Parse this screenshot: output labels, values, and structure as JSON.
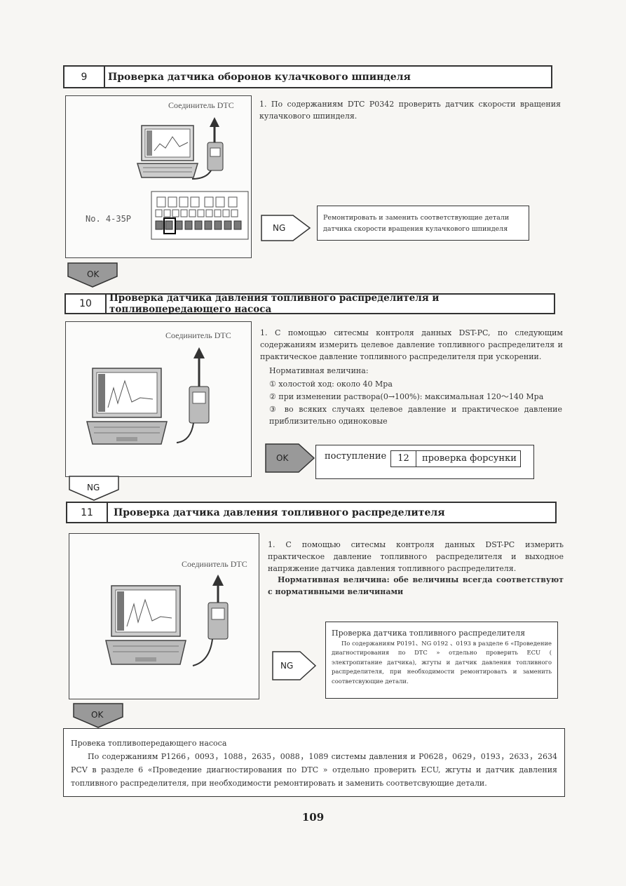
{
  "steps": [
    {
      "num": "9",
      "title": "Проверка датчика оборонов кулачкового шпинделя",
      "connector": "Соединитель DTC",
      "figure_ref": "No. 4-35P",
      "text": "1. По содержаниям DTC P0342 проверить датчик скорости вращения кулачкового шпинделя.",
      "ng_label": "NG",
      "ng_text_1": "Ремонтировать и заменить соответствующие детали",
      "ng_text_2": "датчика скорости вращения кулачкового шпинделя",
      "next_label": "OK"
    },
    {
      "num": "10",
      "title": "Проверка датчика давления топливного распределителя и топливопередающего насоса",
      "connector": "Соединитель DTC",
      "text_1": "1. С помощью ситесмы контроля данных DST-PC, по следующим содержаниям измерить целевое давление топливного распределителя и практическое давление топливного распределителя при ускорении.",
      "norm_label": "Нормативная величина:",
      "norm_items": [
        "① холостой ход: около 40 Мра",
        "② при изменении раствора(0→100%): максимальная 120～140 Мра",
        "③ во всяких случаях целевое давление и практическое давление приблизительно одиноковые"
      ],
      "ok_label": "OK",
      "ok_text": "поступление",
      "goto_num": "12",
      "goto_title": "проверка форсунки",
      "next_label": "NG"
    },
    {
      "num": "11",
      "title": "Проверка датчика давления топливного распределителя",
      "connector": "Соединитель DTC",
      "text_1": "1. С помощью ситесмы контроля данных DST-PC измерить практическое давление топливного распределителя и выходное напряжение датчика давления топливного распределителя.",
      "norm_text": "Нормативная величина: обе величины всегда соответствуют с нормативными величинами",
      "ng_label": "NG",
      "ng_title": "Проверка датчика топливного распределителя",
      "ng_text": "По содержаниям P0191、NG 0192 、0193 в разделе 6 «Проведение диагностирования по DTC » отдельно проверить ECU ( электропитание датчика), жгуты и датчик давления топливного распределителя, при необходимости ремонтировать и заменить соответсвующие детали.",
      "next_label": "OK"
    }
  ],
  "final": {
    "title": "Провека топливопередающего насоса",
    "text": "По содержаниям P1266，0093，1088，2635，0088，1089 системы давления и P0628，0629，0193，2633，2634 PCV в разделе 6 «Проведение диагностирования по DTC » отдельно проверить ECU, жгуты и датчик давления топливного распределителя, при необходимости ремонтировать и заменить соответсвующие детали."
  },
  "page_number": "109"
}
